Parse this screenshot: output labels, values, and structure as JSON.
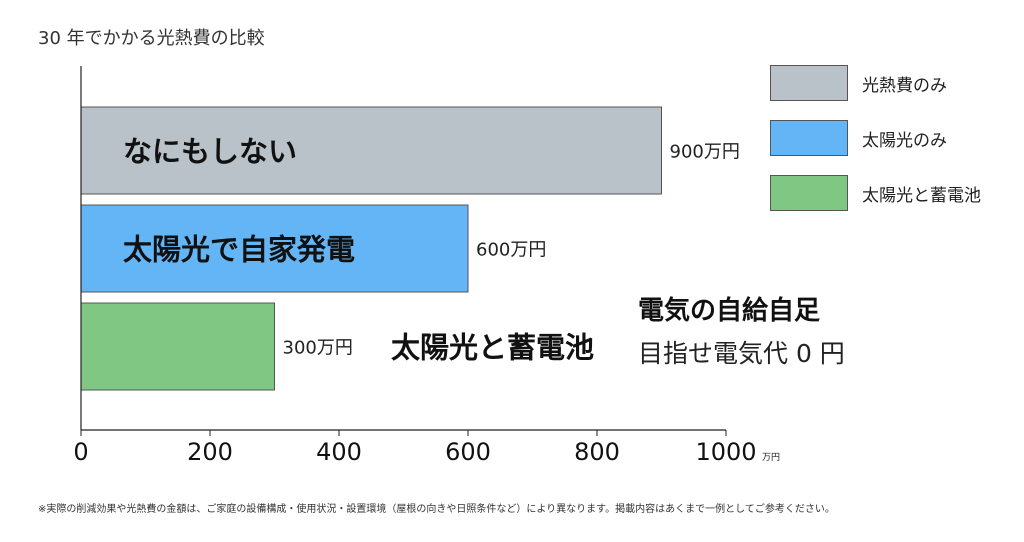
{
  "chart_data": {
    "type": "bar",
    "orientation": "horizontal",
    "title": "30 年でかかる光熱費の比較",
    "categories": [
      "なにもしない",
      "太陽光で自家発電",
      "太陽光と蓄電池"
    ],
    "values": [
      900,
      600,
      300
    ],
    "value_labels": [
      "900万円",
      "600万円",
      "300万円"
    ],
    "xlim": [
      0,
      1000
    ],
    "x_ticks": [
      "0",
      "200",
      "400",
      "600",
      "800",
      "1000"
    ],
    "x_unit": "万円",
    "grid": false,
    "legend_position": "top-right",
    "legend": [
      "光熱費のみ",
      "太陽光のみ",
      "太陽光と蓄電池"
    ],
    "colors": [
      "#b8c2c8",
      "#64b5f6",
      "#81c784"
    ],
    "annotation_title": "電気の自給自足",
    "annotation_text": "目指せ電気代 0 円"
  },
  "footnote": "※実際の削減効果や光熱費の金額は、ご家庭の設備構成・使用状況・設置環境（屋根の向きや日照条件など）により異なります。掲載内容はあくまで一例としてご参考ください。"
}
